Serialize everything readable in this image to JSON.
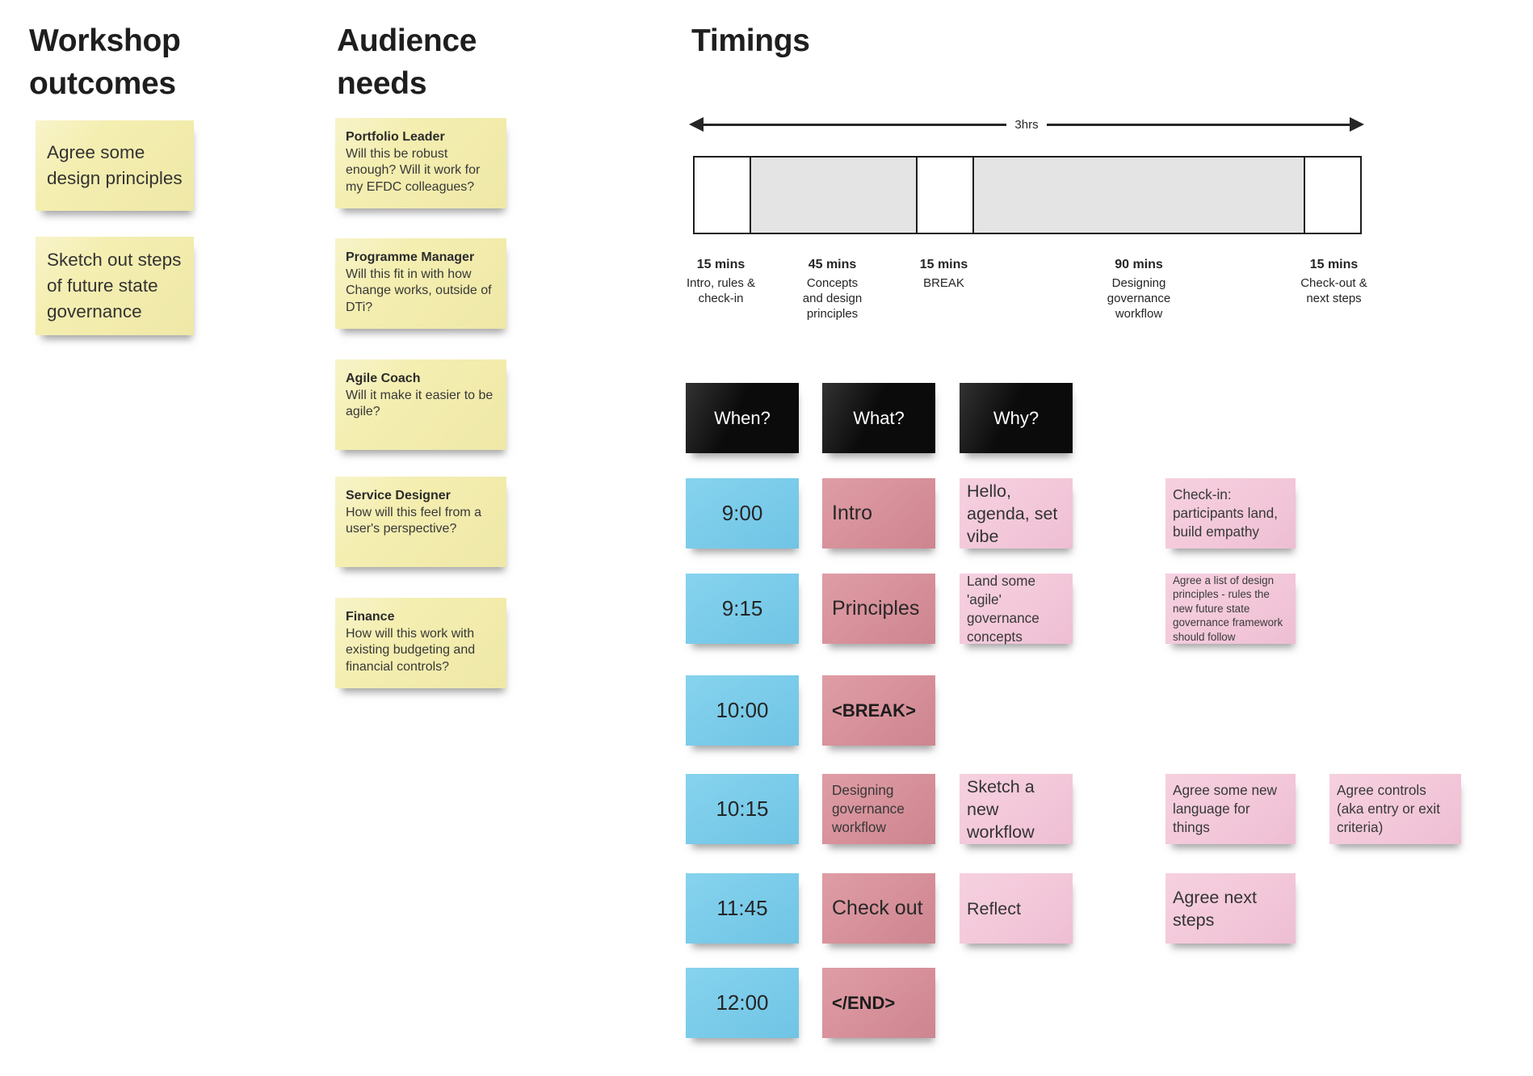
{
  "outcomes": {
    "title": "Workshop outcomes",
    "notes": [
      "Agree some design principles",
      "Sketch out steps of future state governance"
    ]
  },
  "audience": {
    "title": "Audience needs",
    "notes": [
      {
        "role": "Portfolio Leader",
        "question": "Will this be robust enough?  Will it work for my EFDC colleagues?"
      },
      {
        "role": "Programme Manager",
        "question": "Will this fit in with how Change works, outside of DTi?"
      },
      {
        "role": "Agile Coach",
        "question": "Will it make it easier to be agile?"
      },
      {
        "role": "Service Designer",
        "question": "How will this feel from a user's perspective?"
      },
      {
        "role": "Finance",
        "question": "How will this work with existing budgeting and financial controls?"
      }
    ]
  },
  "timings": {
    "title": "Timings",
    "total_duration_label": "3hrs",
    "segments": [
      {
        "duration": "15 mins",
        "activity": "Intro, rules & check-in",
        "minutes": 15,
        "shaded": false
      },
      {
        "duration": "45 mins",
        "activity": "Concepts and design principles",
        "minutes": 45,
        "shaded": true
      },
      {
        "duration": "15 mins",
        "activity": "BREAK",
        "minutes": 15,
        "shaded": false
      },
      {
        "duration": "90 mins",
        "activity": "Designing governance workflow",
        "minutes": 90,
        "shaded": true
      },
      {
        "duration": "15 mins",
        "activity": "Check-out & next steps",
        "minutes": 15,
        "shaded": false
      }
    ],
    "columns": [
      "When?",
      "What?",
      "Why?"
    ],
    "schedule": [
      {
        "when": "9:00",
        "what": "Intro",
        "why": [
          {
            "text": "Hello, agenda, set vibe",
            "size": "lg"
          },
          {
            "text": "Check-in: participants land, build empathy",
            "size": "md"
          }
        ]
      },
      {
        "when": "9:15",
        "what": "Principles",
        "why": [
          {
            "text": "Land some 'agile' governance concepts",
            "size": "md"
          },
          {
            "text": "Agree a list of design principles - rules the new future state governance framework should follow",
            "size": "sm"
          }
        ]
      },
      {
        "when": "10:00",
        "what": "<BREAK>",
        "what_style": "code",
        "why": []
      },
      {
        "when": "10:15",
        "what": "Designing governance workflow",
        "what_style": "md",
        "why": [
          {
            "text": "Sketch a new workflow",
            "size": "lg"
          },
          {
            "text": "Agree some new language for things",
            "size": "md"
          },
          {
            "text": "Agree controls (aka entry or exit criteria)",
            "size": "md"
          }
        ]
      },
      {
        "when": "11:45",
        "what": "Check out",
        "why": [
          {
            "text": "Reflect",
            "size": "lg"
          },
          {
            "text": "Agree next steps",
            "size": "lg"
          }
        ]
      },
      {
        "when": "12:00",
        "what": "</END>",
        "what_style": "code",
        "why": []
      }
    ]
  }
}
